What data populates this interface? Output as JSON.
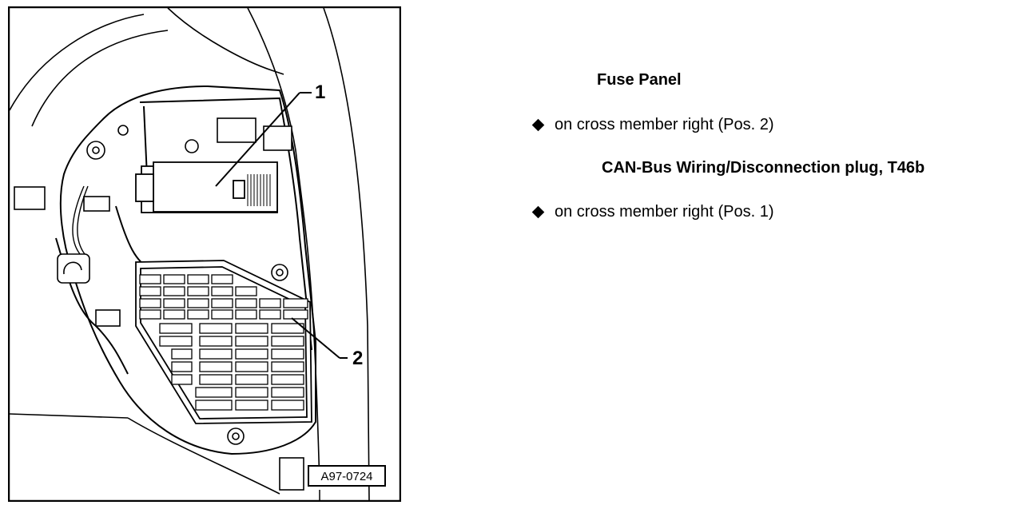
{
  "figure": {
    "reference_code": "A97-0724",
    "callouts": [
      "1",
      "2"
    ]
  },
  "text": {
    "fuse_panel_title": "Fuse Panel",
    "fuse_panel_location": "on cross member right (Pos. 2)",
    "can_bus_title": "CAN-Bus Wiring/Disconnection plug, T46b",
    "can_bus_location": "on cross member right (Pos. 1)"
  },
  "icons": {
    "bullet": "diamond-bullet-icon"
  }
}
